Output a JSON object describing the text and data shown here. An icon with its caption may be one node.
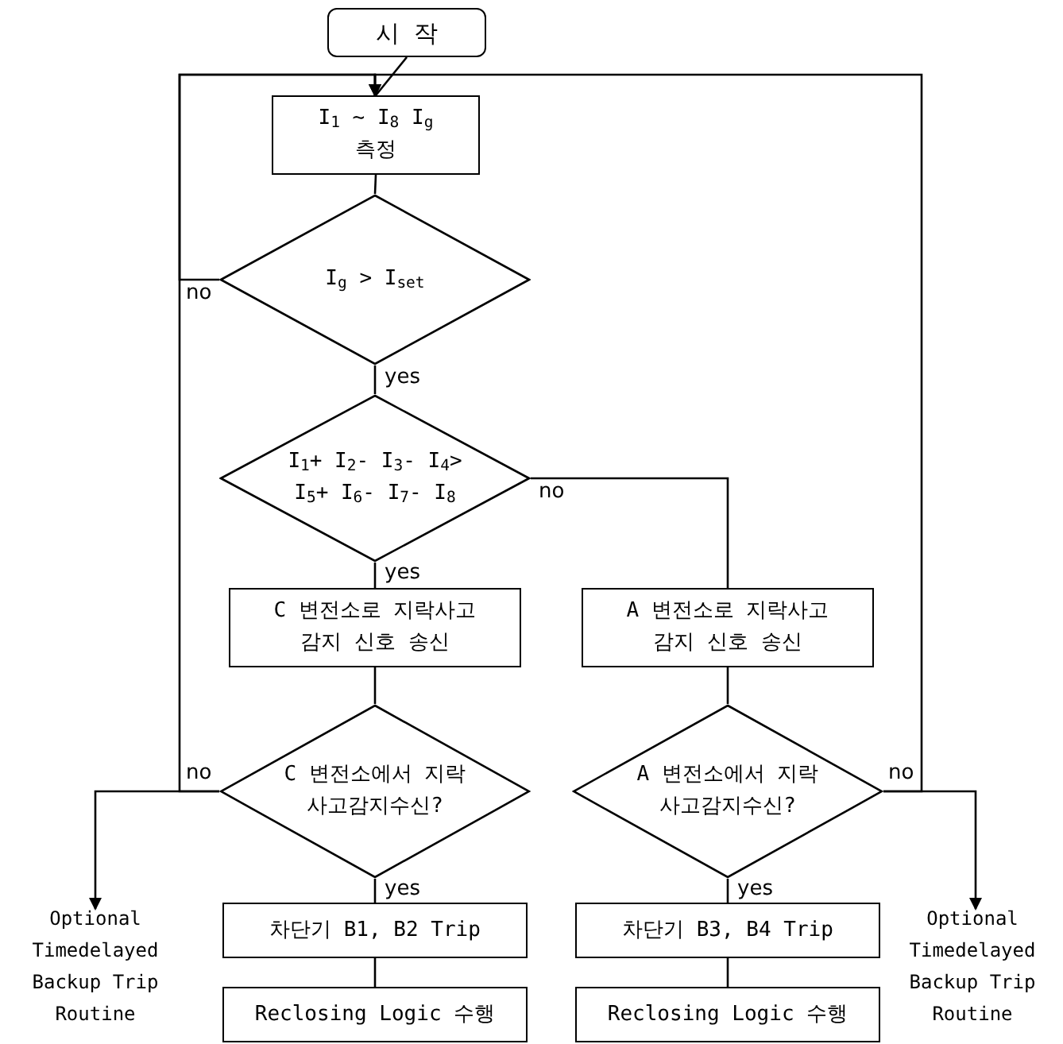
{
  "diagram": {
    "nodes": [
      {
        "text": [
          "시  작"
        ]
      },
      {
        "text": [
          "I$_{1}$ ~ I$_{8}$ I$_{g}$ 측정"
        ]
      },
      {
        "text": [
          "I$_{g}$ > I$_{set}$"
        ]
      },
      {
        "text": [
          "I$_{1}$+ I$_{2}$- I$_{3}$- I$_{4}$> I$_{5}$+ I$_{6}$- I$_{7}$- I$_{8}$"
        ]
      },
      {
        "text": [
          "C 변전소로 지락사고 감지 신호 송신"
        ]
      },
      {
        "text": [
          "A 변전소로 지락사고 감지 신호 송신"
        ]
      },
      {
        "text": [
          "C 변전소에서 지락 사고감지수신?"
        ]
      },
      {
        "text": [
          "A 변전소에서 지락 사고감지수신?"
        ]
      },
      {
        "text": [
          "차단기 B1, B2 Trip"
        ]
      },
      {
        "text": [
          "차단기 B3, B4 Trip"
        ]
      },
      {
        "text": [
          "Reclosing Logic 수행"
        ]
      },
      {
        "text": [
          "Reclosing Logic 수행"
        ]
      },
      {
        "text": [
          "Optional Timedelayed Backup Trip Routine"
        ]
      },
      {
        "text": [
          "Optional Timedelayed Backup Trip Routine"
        ]
      }
    ],
    "edges": [
      {
        "from": 0,
        "to": 1,
        "arrow": "none"
      },
      {
        "from": 1,
        "to": 2,
        "arrow": "none"
      },
      {
        "from": 2,
        "to": 3,
        "arrow": "none",
        "label": "yes"
      },
      {
        "from": 3,
        "to": 4,
        "arrow": "none",
        "label": "yes"
      },
      {
        "from": 3,
        "to": 5,
        "arrow": "none",
        "label": "no"
      },
      {
        "from": 4,
        "to": 6,
        "arrow": "none"
      },
      {
        "from": 5,
        "to": 7,
        "arrow": "none"
      },
      {
        "from": 6,
        "to": 8,
        "arrow": "none",
        "label": "yes"
      },
      {
        "from": 7,
        "to": 9,
        "arrow": "none",
        "label": "yes"
      },
      {
        "from": 8,
        "to": 10,
        "arrow": "none"
      },
      {
        "from": 9,
        "to": 11,
        "arrow": "none"
      },
      {
        "from": 2,
        "to": 1,
        "arrow": "to",
        "label": "no"
      },
      {
        "from": 6,
        "to": 1,
        "arrow": "to",
        "label": "no"
      },
      {
        "from": 6,
        "to": 12,
        "arrow": "to"
      },
      {
        "from": 7,
        "to": 1,
        "arrow": "to",
        "label": "no"
      },
      {
        "from": 7,
        "to": 13,
        "arrow": "to"
      }
    ]
  }
}
